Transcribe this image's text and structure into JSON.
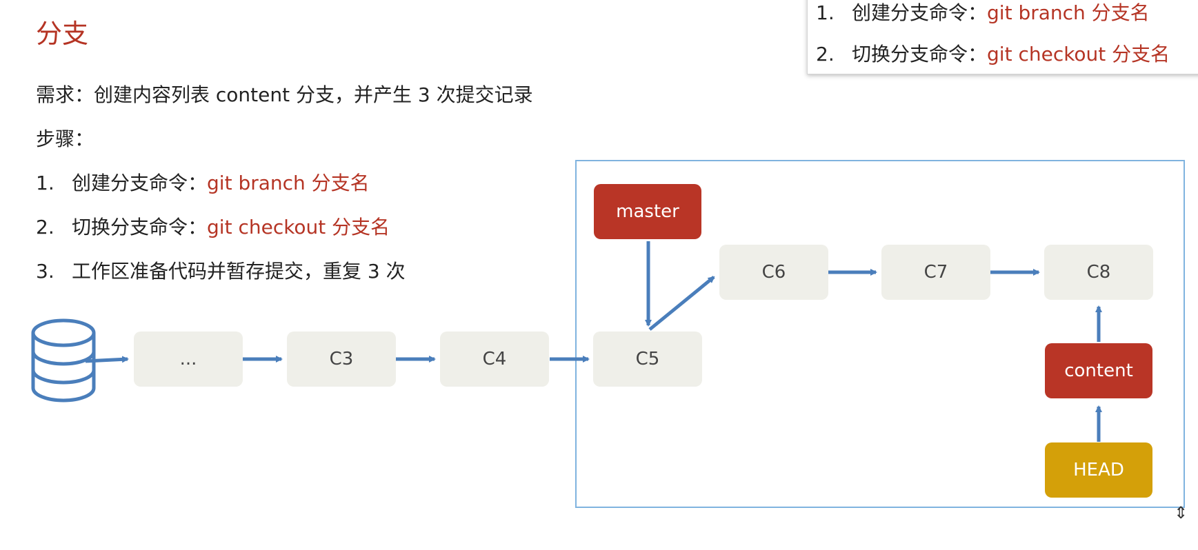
{
  "slide": {
    "title": "分支",
    "requirement": "需求：创建内容列表 content 分支，并产生 3 次提交记录",
    "steps_label": "步骤：",
    "steps": [
      {
        "num": "1.",
        "text": "创建分支命令：",
        "code": "git branch 分支名"
      },
      {
        "num": "2.",
        "text": "切换分支命令：",
        "code": "git checkout 分支名"
      },
      {
        "num": "3.",
        "text": "工作区准备代码并暂存提交，重复 3 次",
        "code": ""
      }
    ]
  },
  "popup": {
    "items": [
      {
        "num": "1.",
        "text": "创建分支命令：",
        "code": "git branch 分支名"
      },
      {
        "num": "2.",
        "text": "切换分支命令：",
        "code": "git checkout 分支名"
      }
    ]
  },
  "diagram": {
    "repo_icon": "database-icon",
    "commits": {
      "c_ellipsis": "...",
      "c3": "C3",
      "c4": "C4",
      "c5": "C5",
      "c6": "C6",
      "c7": "C7",
      "c8": "C8"
    },
    "refs": {
      "master": "master",
      "content": "content",
      "head": "HEAD"
    },
    "colors": {
      "accent_text": "#b53424",
      "commit_fill": "#efefe9",
      "branch_fill": "#b93526",
      "head_fill": "#d4a009",
      "arrow": "#4a7ebb",
      "frame_border": "#7fb3df"
    }
  }
}
